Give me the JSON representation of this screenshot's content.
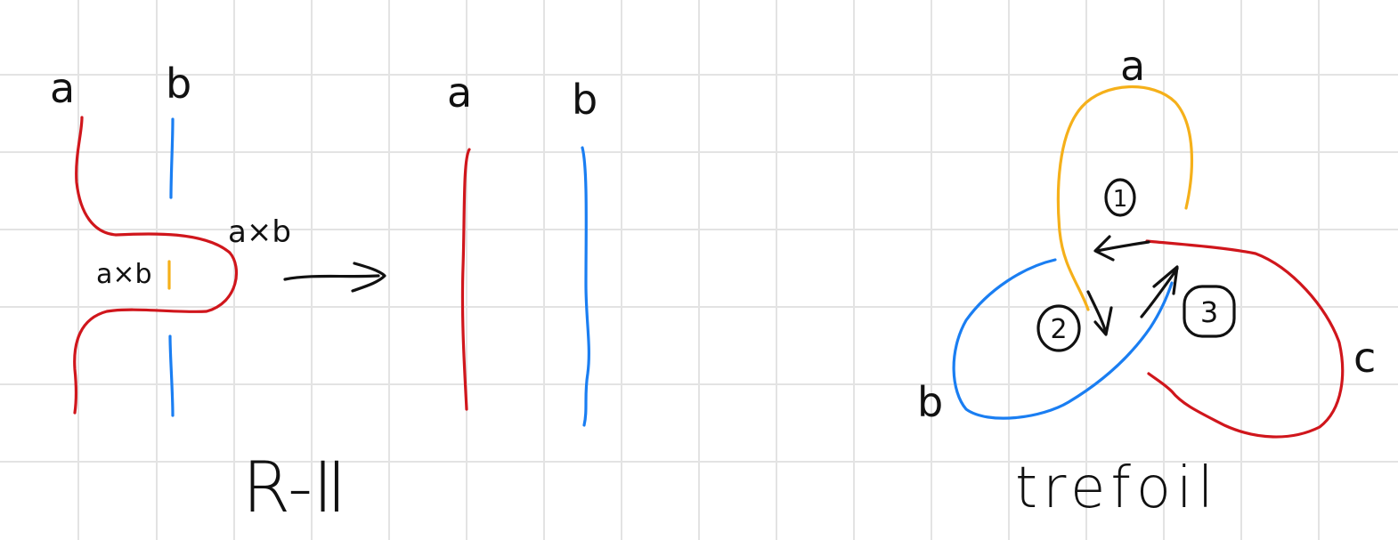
{
  "colors": {
    "grid": "#e3e3e3",
    "ink": "#111111",
    "red": "#d0161c",
    "blue": "#1a7ef2",
    "yellow": "#f5b01a"
  },
  "left_diagram": {
    "strand_a_label": "a",
    "strand_b_label": "b",
    "crossing_label_inner": "a×b",
    "crossing_label_outer": "a×b",
    "title": "R-Ⅱ"
  },
  "middle_diagram": {
    "strand_a_label": "a",
    "strand_b_label": "b"
  },
  "right_diagram": {
    "arc_a_label": "a",
    "arc_b_label": "b",
    "arc_c_label": "c",
    "crossing_1": "1",
    "crossing_2": "2",
    "crossing_3": "3",
    "title": "trefoil"
  }
}
